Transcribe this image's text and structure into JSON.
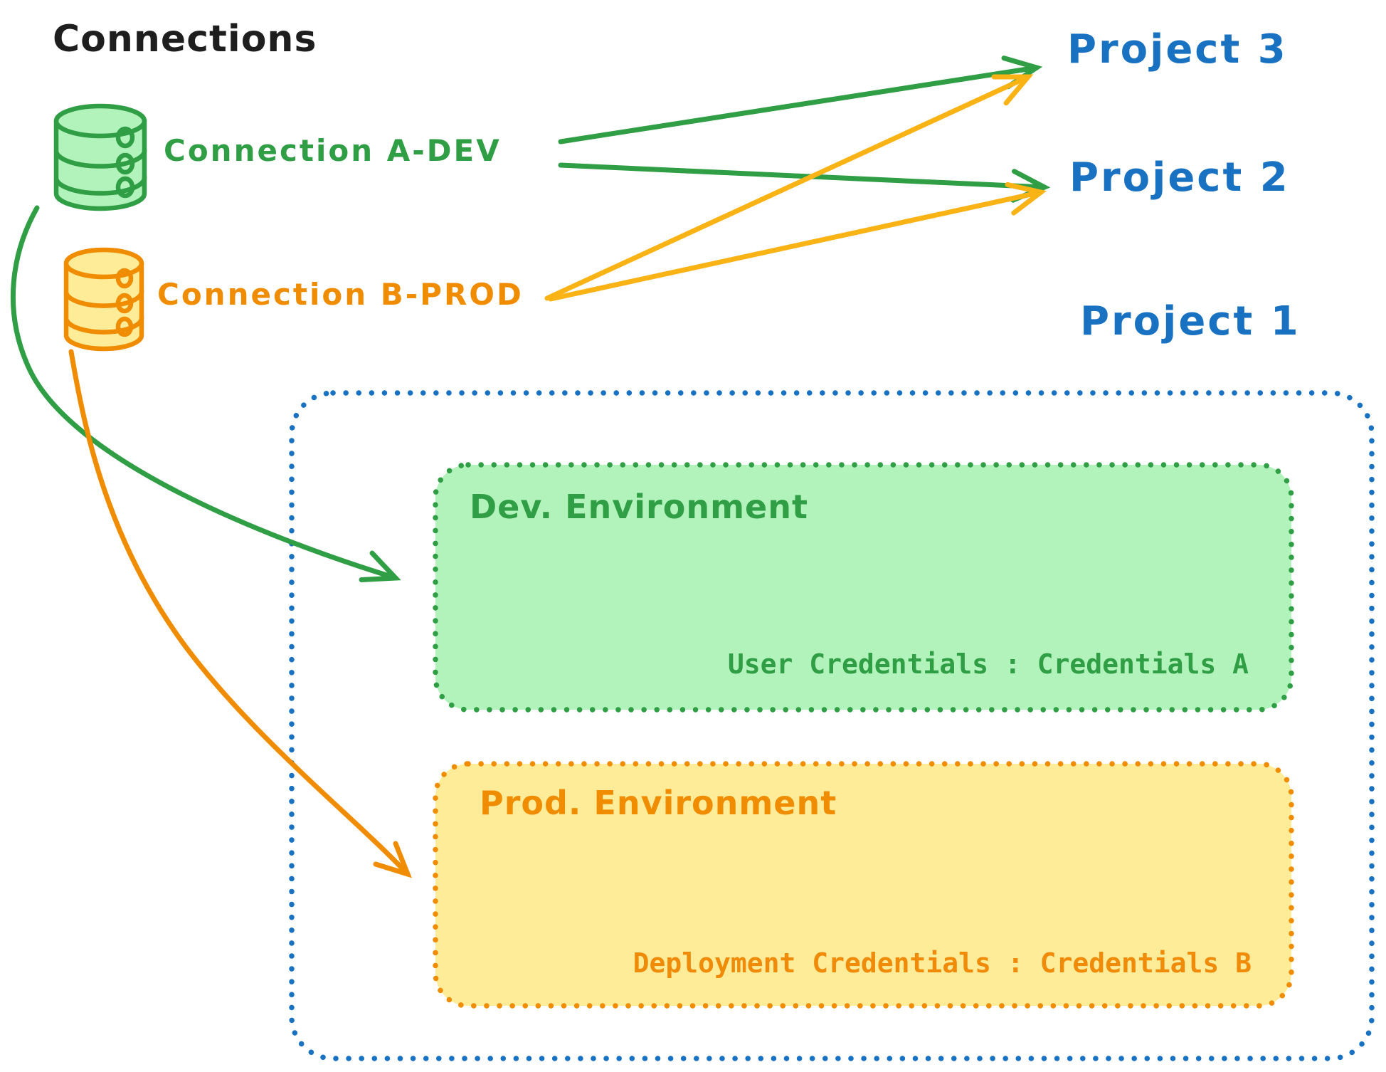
{
  "diagram": {
    "title": "Connections",
    "colors": {
      "title_text": "#1e1e1e",
      "green_stroke": "#2f9e44",
      "green_fill": "#b2f2bb",
      "orange_stroke": "#f08c00",
      "orange_fill": "#ffec99",
      "blue_stroke": "#1971c2",
      "background": "#ffffff"
    },
    "connections": [
      {
        "id": "A",
        "label": "Connection A-DEV",
        "color": "#2f9e44",
        "icon": "database-icon"
      },
      {
        "id": "B",
        "label": "Connection B-PROD",
        "color": "#f08c00",
        "icon": "database-icon"
      }
    ],
    "projects": [
      {
        "label": "Project 3"
      },
      {
        "label": "Project 2"
      },
      {
        "label": "Project 1"
      }
    ],
    "project1": {
      "environments": [
        {
          "title": "Dev. Environment",
          "credentials": "User Credentials : Credentials A",
          "stroke": "#2f9e44",
          "fill": "#b2f2bb"
        },
        {
          "title": "Prod. Environment",
          "credentials": "Deployment Credentials : Credentials B",
          "stroke": "#f08c00",
          "fill": "#ffec99"
        }
      ]
    },
    "edges": [
      {
        "from": "Connection A-DEV",
        "to": "Project 3",
        "color": "#2f9e44",
        "style": "straight-arrow"
      },
      {
        "from": "Connection A-DEV",
        "to": "Project 2",
        "color": "#2f9e44",
        "style": "straight-arrow"
      },
      {
        "from": "Connection B-PROD",
        "to": "Project 3",
        "color": "#f08c00",
        "style": "straight-arrow"
      },
      {
        "from": "Connection B-PROD",
        "to": "Project 2",
        "color": "#f08c00",
        "style": "straight-arrow"
      },
      {
        "from": "Connection A-DEV",
        "to": "Dev. Environment (Project 1)",
        "color": "#2f9e44",
        "style": "curved-arrow"
      },
      {
        "from": "Connection B-PROD",
        "to": "Prod. Environment (Project 1)",
        "color": "#f08c00",
        "style": "curved-arrow"
      }
    ]
  }
}
